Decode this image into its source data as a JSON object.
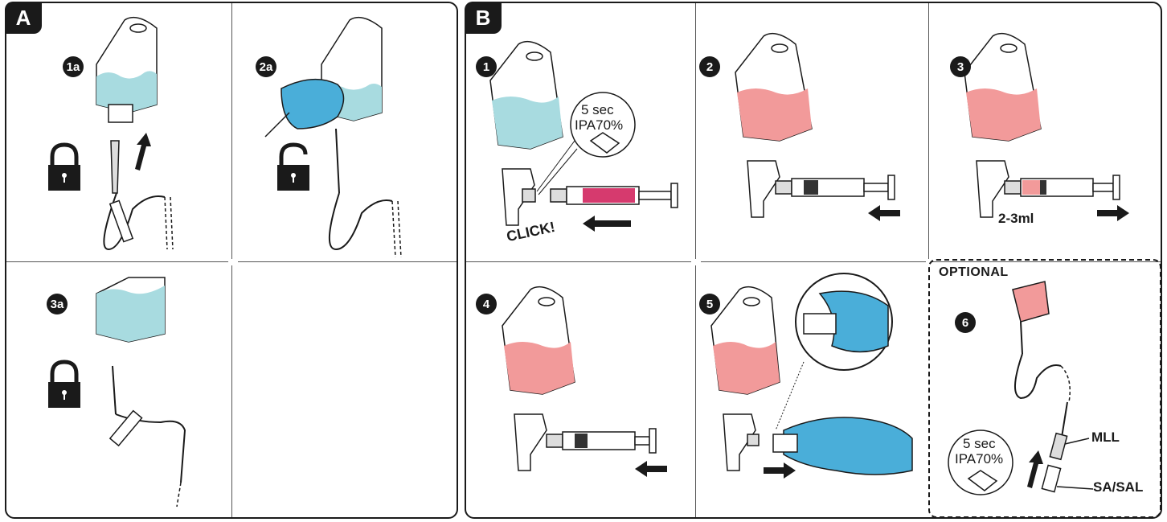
{
  "panel_a": {
    "tab_label": "A",
    "steps": [
      {
        "badge": "1a"
      },
      {
        "badge": "2a"
      },
      {
        "badge": "3a"
      }
    ]
  },
  "panel_b": {
    "tab_label": "B",
    "steps": [
      {
        "badge": "1",
        "wipe_line1": "5 sec",
        "wipe_line2": "IPA70%",
        "click_label": "CLICK!"
      },
      {
        "badge": "2"
      },
      {
        "badge": "3",
        "volume_label": "2-3ml"
      },
      {
        "badge": "4"
      },
      {
        "badge": "5"
      },
      {
        "badge": "6",
        "optional_label": "OPTIONAL",
        "wipe_line1": "5 sec",
        "wipe_line2": "IPA70%",
        "mll_label": "MLL",
        "sasal_label": "SA/SAL"
      }
    ]
  },
  "colors": {
    "saline_blue": "#a8dbe0",
    "blood_red": "#f29a9a",
    "glove_blue": "#4aaed9",
    "syringe_magenta": "#d63a6e",
    "ink": "#1a1a1a"
  }
}
